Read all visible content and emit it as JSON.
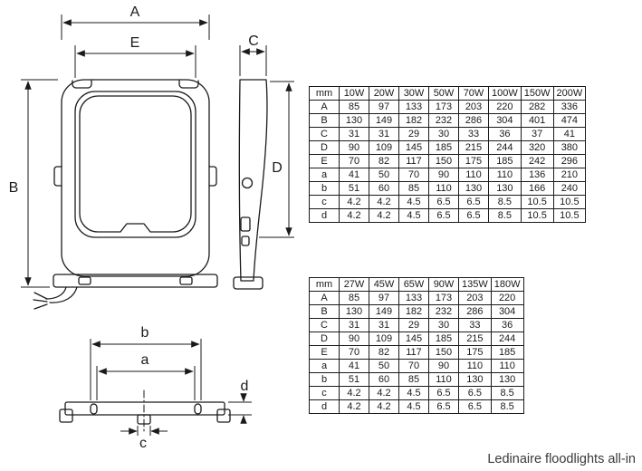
{
  "title": "Ledinaire floodlights all-in",
  "dims": {
    "A": "A",
    "B": "B",
    "C": "C",
    "D": "D",
    "E": "E",
    "a": "a",
    "b": "b",
    "c": "c",
    "d": "d"
  },
  "tables": [
    {
      "name": "dimensions-8-wattages",
      "headers": [
        "mm",
        "10W",
        "20W",
        "30W",
        "50W",
        "70W",
        "100W",
        "150W",
        "200W"
      ],
      "rows": [
        {
          "label": "A",
          "values": [
            "85",
            "97",
            "133",
            "173",
            "203",
            "220",
            "282",
            "336"
          ]
        },
        {
          "label": "B",
          "values": [
            "130",
            "149",
            "182",
            "232",
            "286",
            "304",
            "401",
            "474"
          ]
        },
        {
          "label": "C",
          "values": [
            "31",
            "31",
            "29",
            "30",
            "33",
            "36",
            "37",
            "41"
          ]
        },
        {
          "label": "D",
          "values": [
            "90",
            "109",
            "145",
            "185",
            "215",
            "244",
            "320",
            "380"
          ]
        },
        {
          "label": "E",
          "values": [
            "70",
            "82",
            "117",
            "150",
            "175",
            "185",
            "242",
            "296"
          ]
        },
        {
          "label": "a",
          "values": [
            "41",
            "50",
            "70",
            "90",
            "110",
            "110",
            "136",
            "210"
          ]
        },
        {
          "label": "b",
          "values": [
            "51",
            "60",
            "85",
            "110",
            "130",
            "130",
            "166",
            "240"
          ]
        },
        {
          "label": "c",
          "values": [
            "4.2",
            "4.2",
            "4.5",
            "6.5",
            "6.5",
            "8.5",
            "10.5",
            "10.5"
          ]
        },
        {
          "label": "d",
          "values": [
            "4.2",
            "4.2",
            "4.5",
            "6.5",
            "6.5",
            "8.5",
            "10.5",
            "10.5"
          ]
        }
      ]
    },
    {
      "name": "dimensions-6-wattages",
      "headers": [
        "mm",
        "27W",
        "45W",
        "65W",
        "90W",
        "135W",
        "180W"
      ],
      "rows": [
        {
          "label": "A",
          "values": [
            "85",
            "97",
            "133",
            "173",
            "203",
            "220"
          ]
        },
        {
          "label": "B",
          "values": [
            "130",
            "149",
            "182",
            "232",
            "286",
            "304"
          ]
        },
        {
          "label": "C",
          "values": [
            "31",
            "31",
            "29",
            "30",
            "33",
            "36"
          ]
        },
        {
          "label": "D",
          "values": [
            "90",
            "109",
            "145",
            "185",
            "215",
            "244"
          ]
        },
        {
          "label": "E",
          "values": [
            "70",
            "82",
            "117",
            "150",
            "175",
            "185"
          ]
        },
        {
          "label": "a",
          "values": [
            "41",
            "50",
            "70",
            "90",
            "110",
            "110"
          ]
        },
        {
          "label": "b",
          "values": [
            "51",
            "60",
            "85",
            "110",
            "130",
            "130"
          ]
        },
        {
          "label": "c",
          "values": [
            "4.2",
            "4.2",
            "4.5",
            "6.5",
            "6.5",
            "8.5"
          ]
        },
        {
          "label": "d",
          "values": [
            "4.2",
            "4.2",
            "4.5",
            "6.5",
            "6.5",
            "8.5"
          ]
        }
      ]
    }
  ]
}
